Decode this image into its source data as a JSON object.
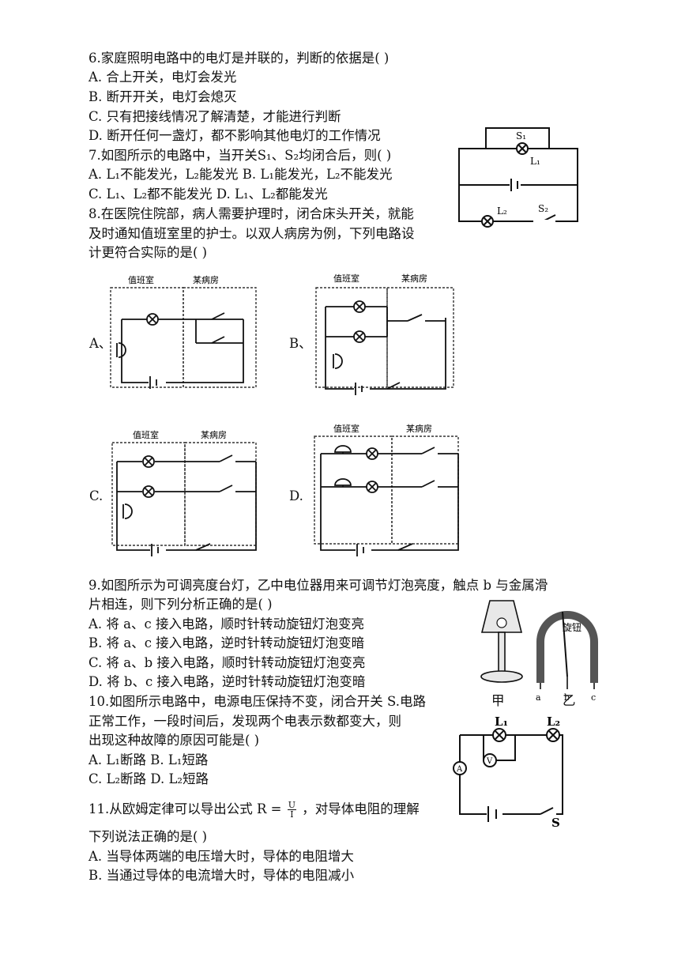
{
  "q6": {
    "stem": "6.家庭照明电路中的电灯是并联的，判断的依据是(   )",
    "options": [
      "A. 合上开关，电灯会发光",
      "B. 断开开关，电灯会熄灭",
      "C. 只有把接线情况了解清楚，才能进行判断",
      "D. 断开任何一盏灯，都不影响其他电灯的工作情况"
    ]
  },
  "q7": {
    "stem": "7.如图所示的电路中，当开关S₁、S₂均闭合后，则(   )",
    "options_line1": "A. L₁不能发光，L₂能发光    B. L₁能发光，L₂不能发光",
    "options_line2": "C. L₁、L₂都不能发光      D. L₁、L₂都能发光",
    "figure_labels": {
      "s1": "S₁",
      "l1": "L₁",
      "l2": "L₂",
      "s2": "S₂"
    }
  },
  "q8": {
    "stem_lines": [
      "8.在医院住院部，病人需要护理时，闭合床头开关，就能",
      "及时通知值班室里的护士。以双人病房为例，下列电路设",
      "计更符合实际的是(          )"
    ],
    "room_duty": "值班室",
    "room_ward": "某病房",
    "choice_labels": [
      "A、",
      "B、",
      "C.",
      "D."
    ]
  },
  "q9": {
    "stem_lines": [
      "9.如图所示为可调亮度台灯，乙中电位器用来可调节灯泡亮度，触点 b 与金属滑",
      "片相连，则下列分析正确的是(          )"
    ],
    "options": [
      "A.  将 a、c 接入电路，顺时针转动旋钮灯泡变亮",
      "B.  将 a、c 接入电路，逆时针转动旋钮灯泡变暗",
      "C.  将 a、b 接入电路，顺时针转动旋钮灯泡变亮",
      "D.  将 b、c 接入电路，逆时针转动旋钮灯泡变暗"
    ],
    "knob_label": "旋钮",
    "terminals": [
      "a",
      "b",
      "c"
    ],
    "fig_jia": "甲",
    "fig_yi": "乙"
  },
  "q10": {
    "stem_lines": [
      "10.如图所示电路中，电源电压保持不变，闭合开关 S.电路",
      "正常工作，一段时间后，发现两个电表示数都变大，则",
      "出现这种故障的原因可能是(          )"
    ],
    "options_line1": "A.  L₁断路    B.  L₁短路",
    "options_line2": " C.  L₂断路   D.  L₂短路",
    "figure_labels": {
      "l1": "L₁",
      "l2": "L₂",
      "a": "A",
      "v": "V",
      "s": "S"
    }
  },
  "q11": {
    "stem_prefix": "11.从欧姆定律可以导出公式 R =",
    "frac_num": "U",
    "frac_den": "I",
    "stem_suffix": "，对导体电阻的理解",
    "stem_line2": "下列说法正确的是(          )",
    "options": [
      "A.  当导体两端的电压增大时，导体的电阻增大",
      "B.  当通过导体的电流增大时，导体的电阻减小"
    ]
  }
}
